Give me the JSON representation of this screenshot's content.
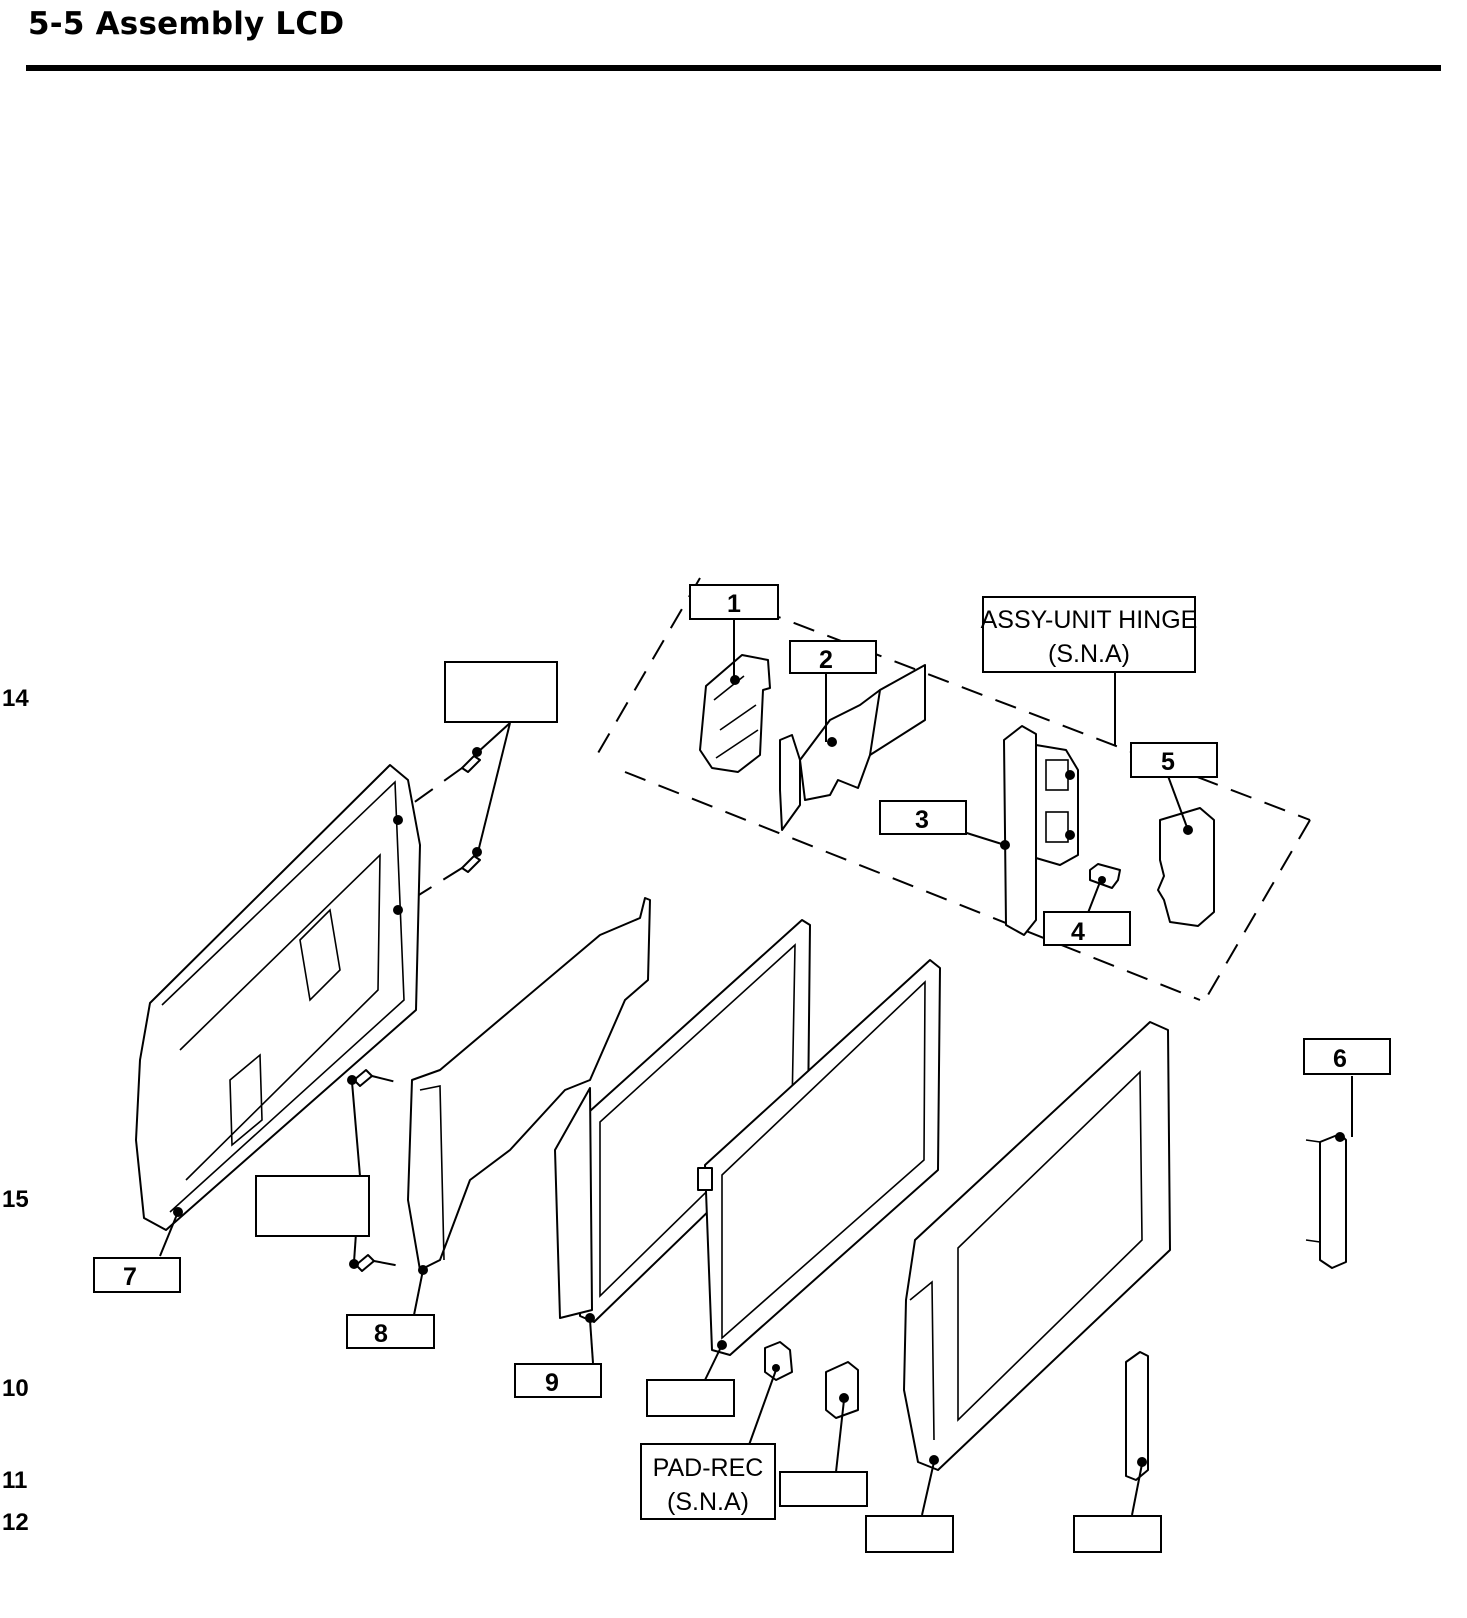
{
  "page": {
    "title": "5-5 Assembly LCD"
  },
  "side_numbers": [
    "14",
    "15",
    "10",
    "11",
    "12"
  ],
  "callouts": {
    "c1": "1",
    "c2": "2",
    "c3": "3",
    "c4": "4",
    "c5": "5",
    "c6": "6",
    "c7": "7",
    "c8": "8",
    "c9": "9",
    "hinge_line1": "ASSY-UNIT HINGE",
    "hinge_line2": "(S.N.A)",
    "pad_line1": "PAD-REC",
    "pad_line2": "(S.N.A)"
  }
}
